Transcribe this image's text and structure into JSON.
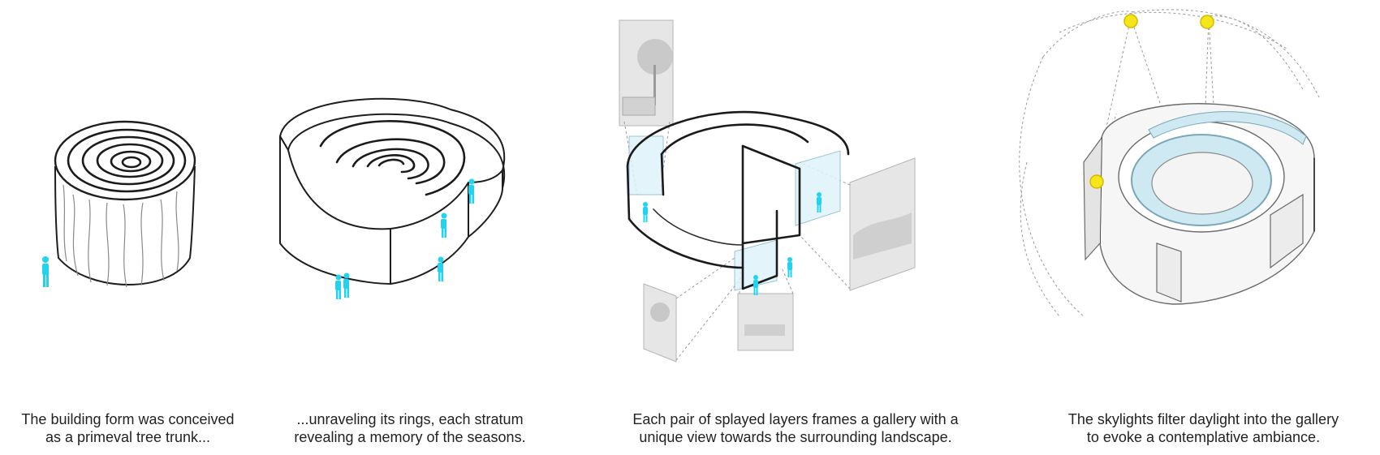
{
  "panels": [
    {
      "id": "trunk",
      "caption": [
        "The building form was conceived",
        "as a primeval tree trunk..."
      ]
    },
    {
      "id": "unravel",
      "caption": [
        "...unraveling its rings, each stratum",
        "revealing a memory of the seasons."
      ]
    },
    {
      "id": "views",
      "caption": [
        "Each pair of splayed layers frames a gallery with a",
        "unique view towards the surrounding landscape."
      ]
    },
    {
      "id": "skylight",
      "caption": [
        "The skylights filter daylight into the gallery",
        "to evoke a contemplative ambiance."
      ]
    }
  ],
  "colors": {
    "figure": "#22d3ee",
    "sun": "#f5e61a",
    "glass": "#dff4fb",
    "ink": "#1e1e1e"
  }
}
